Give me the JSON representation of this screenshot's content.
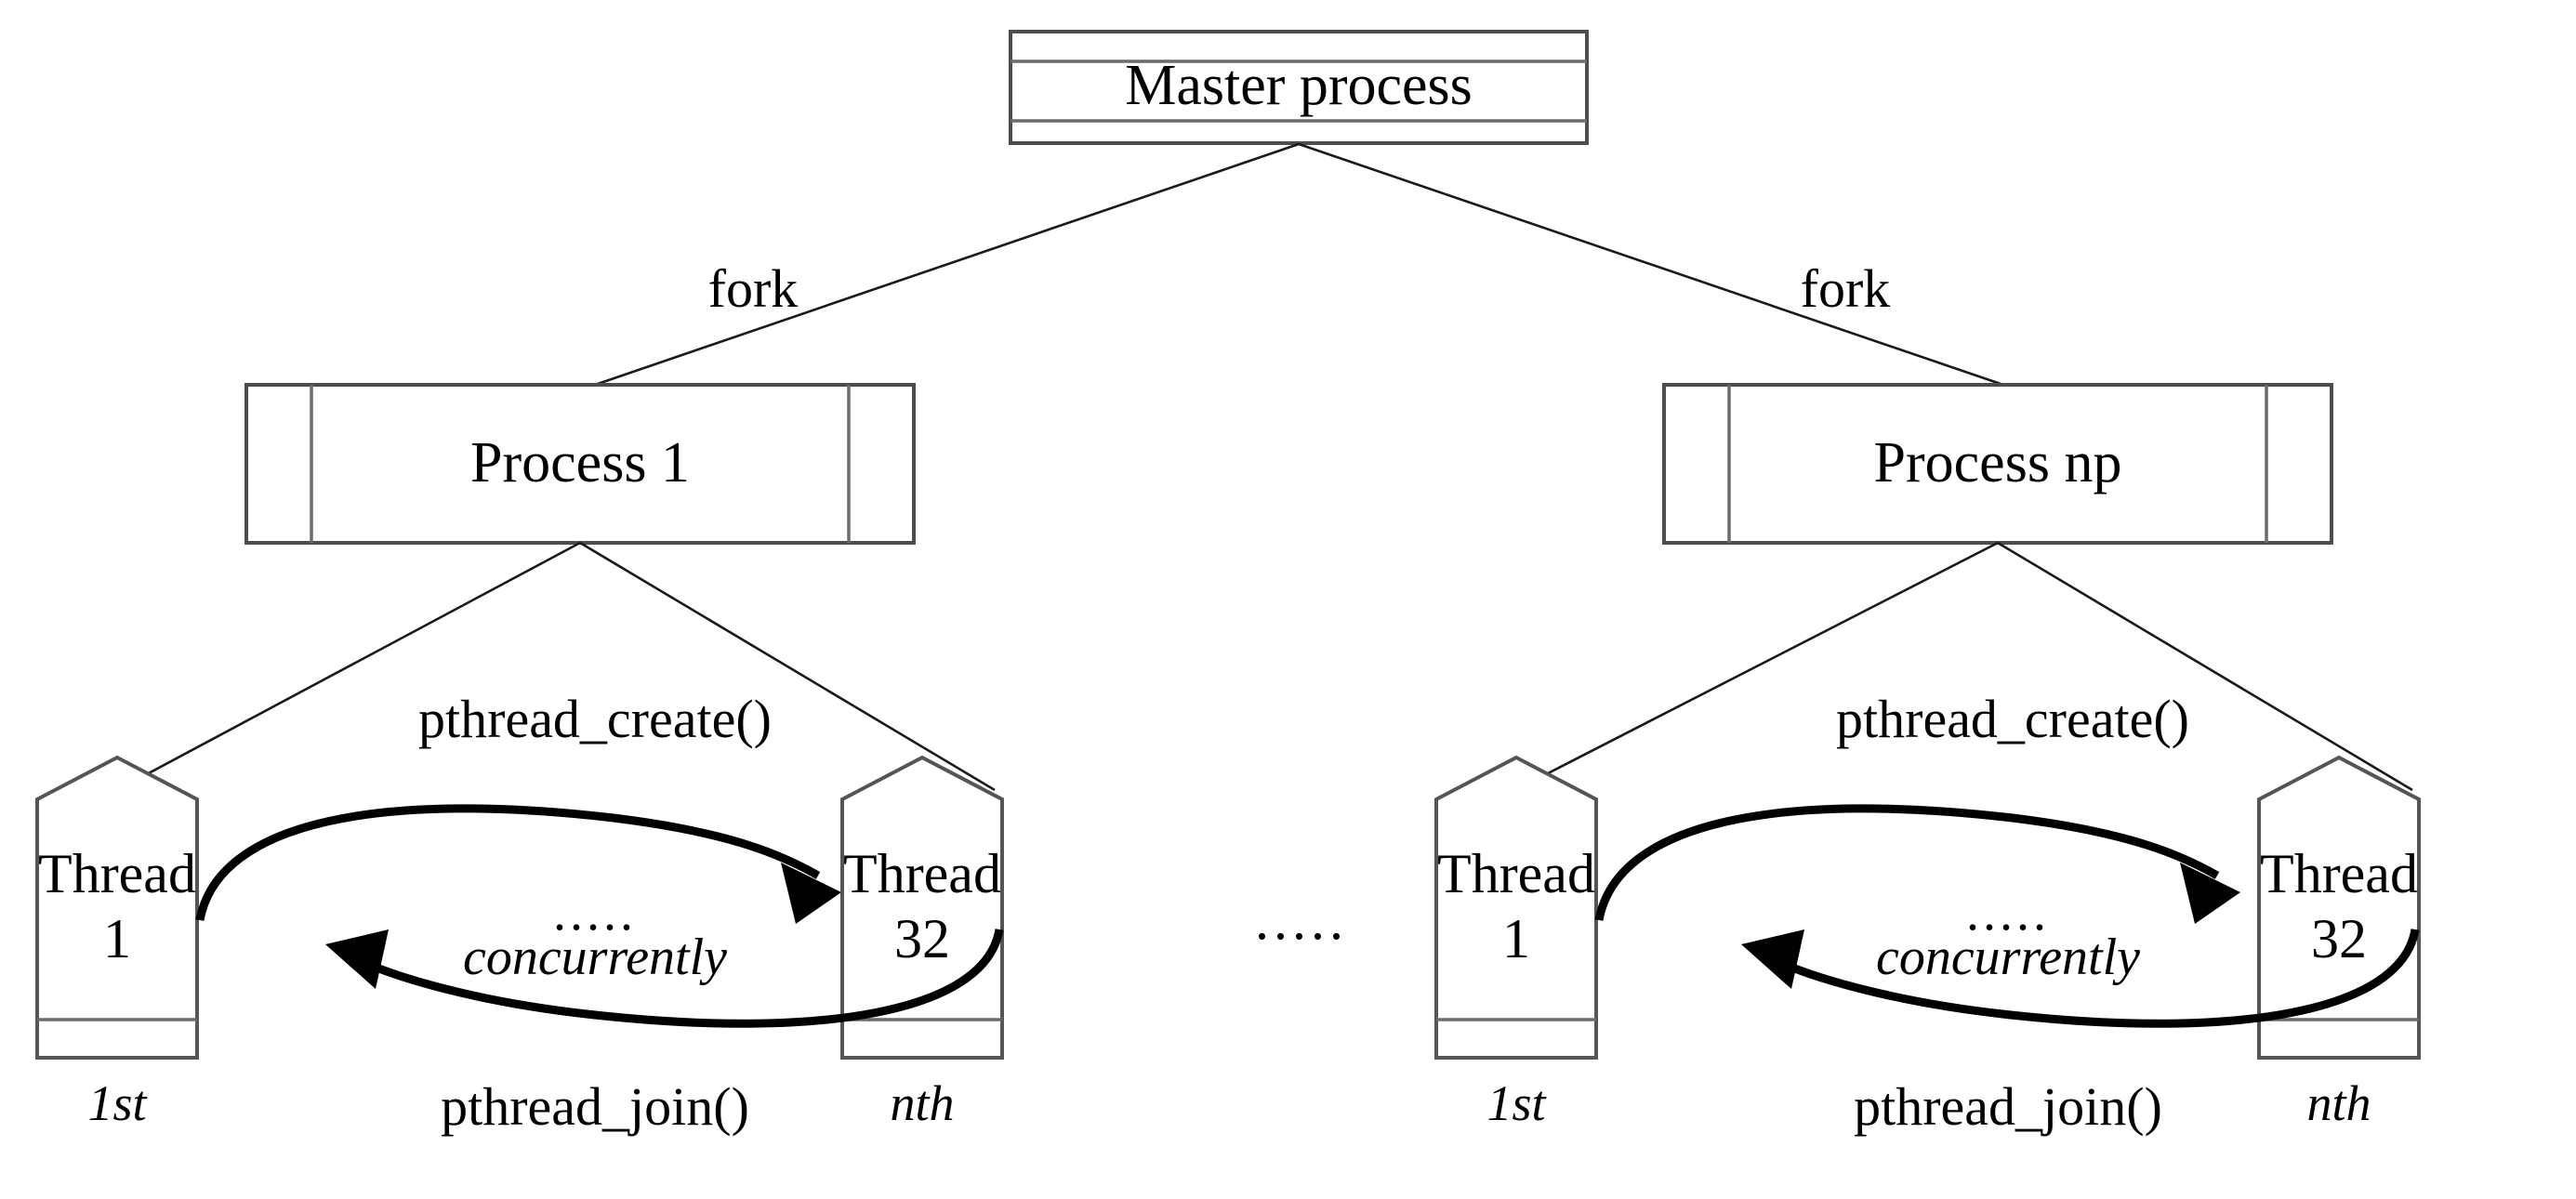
{
  "diagram": {
    "title": "Master process fork and pthread concurrency diagram",
    "master": {
      "label": "Master process"
    },
    "fork_label_left": "fork",
    "fork_label_right": "fork",
    "processes": [
      {
        "label": "Process 1",
        "create_label": "pthread_create()",
        "join_label": "pthread_join()",
        "concurrently_label": "concurrently",
        "dots_label": ".....",
        "threads": [
          {
            "name": "Thread",
            "number": "1",
            "order": "1st"
          },
          {
            "name": "Thread",
            "number": "32",
            "order": "nth"
          }
        ]
      },
      {
        "label": "Process np",
        "create_label": "pthread_create()",
        "join_label": "pthread_join()",
        "concurrently_label": "concurrently",
        "dots_label": ".....",
        "threads": [
          {
            "name": "Thread",
            "number": "1",
            "order": "1st"
          },
          {
            "name": "Thread",
            "number": "32",
            "order": "nth"
          }
        ]
      }
    ],
    "middle_ellipsis": ".....",
    "colors": {
      "background": "#ffffff",
      "box_border": "#4d4d4d",
      "connector": "#1a1a1a",
      "arrow": "#000000",
      "text": "#000000"
    }
  }
}
